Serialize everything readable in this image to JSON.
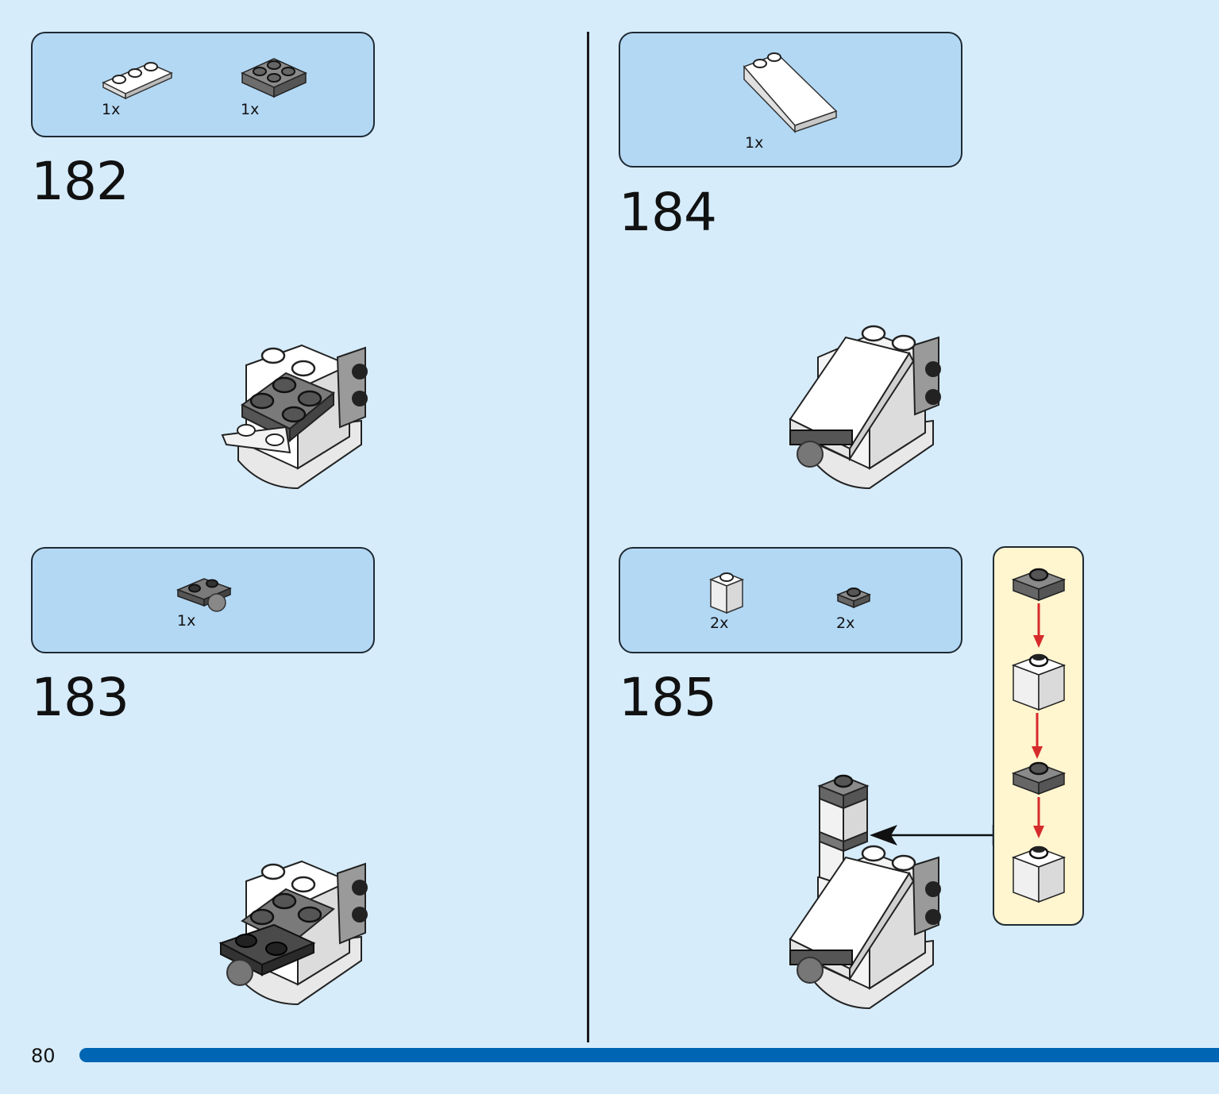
{
  "steps": [
    {
      "number": "182",
      "parts": [
        {
          "qty": "1x",
          "icon": "white-1x3-plate-icon"
        },
        {
          "qty": "1x",
          "icon": "dark-gray-2x2-plate-icon"
        }
      ]
    },
    {
      "number": "183",
      "parts": [
        {
          "qty": "1x",
          "icon": "dark-gray-plate-with-ball-icon"
        }
      ]
    },
    {
      "number": "184",
      "parts": [
        {
          "qty": "1x",
          "icon": "white-slope-brick-icon"
        }
      ]
    },
    {
      "number": "185",
      "parts": [
        {
          "qty": "2x",
          "icon": "white-1x1-brick-icon"
        },
        {
          "qty": "2x",
          "icon": "dark-gray-1x1-plate-icon"
        }
      ]
    }
  ],
  "page": {
    "number": "80"
  },
  "colors": {
    "background": "#d6ecfb",
    "parts_box": "#b3d8f4",
    "sub_assembly_box": "#fff5cf",
    "page_bar": "#0065b3",
    "arrow": "#d62b2b"
  }
}
